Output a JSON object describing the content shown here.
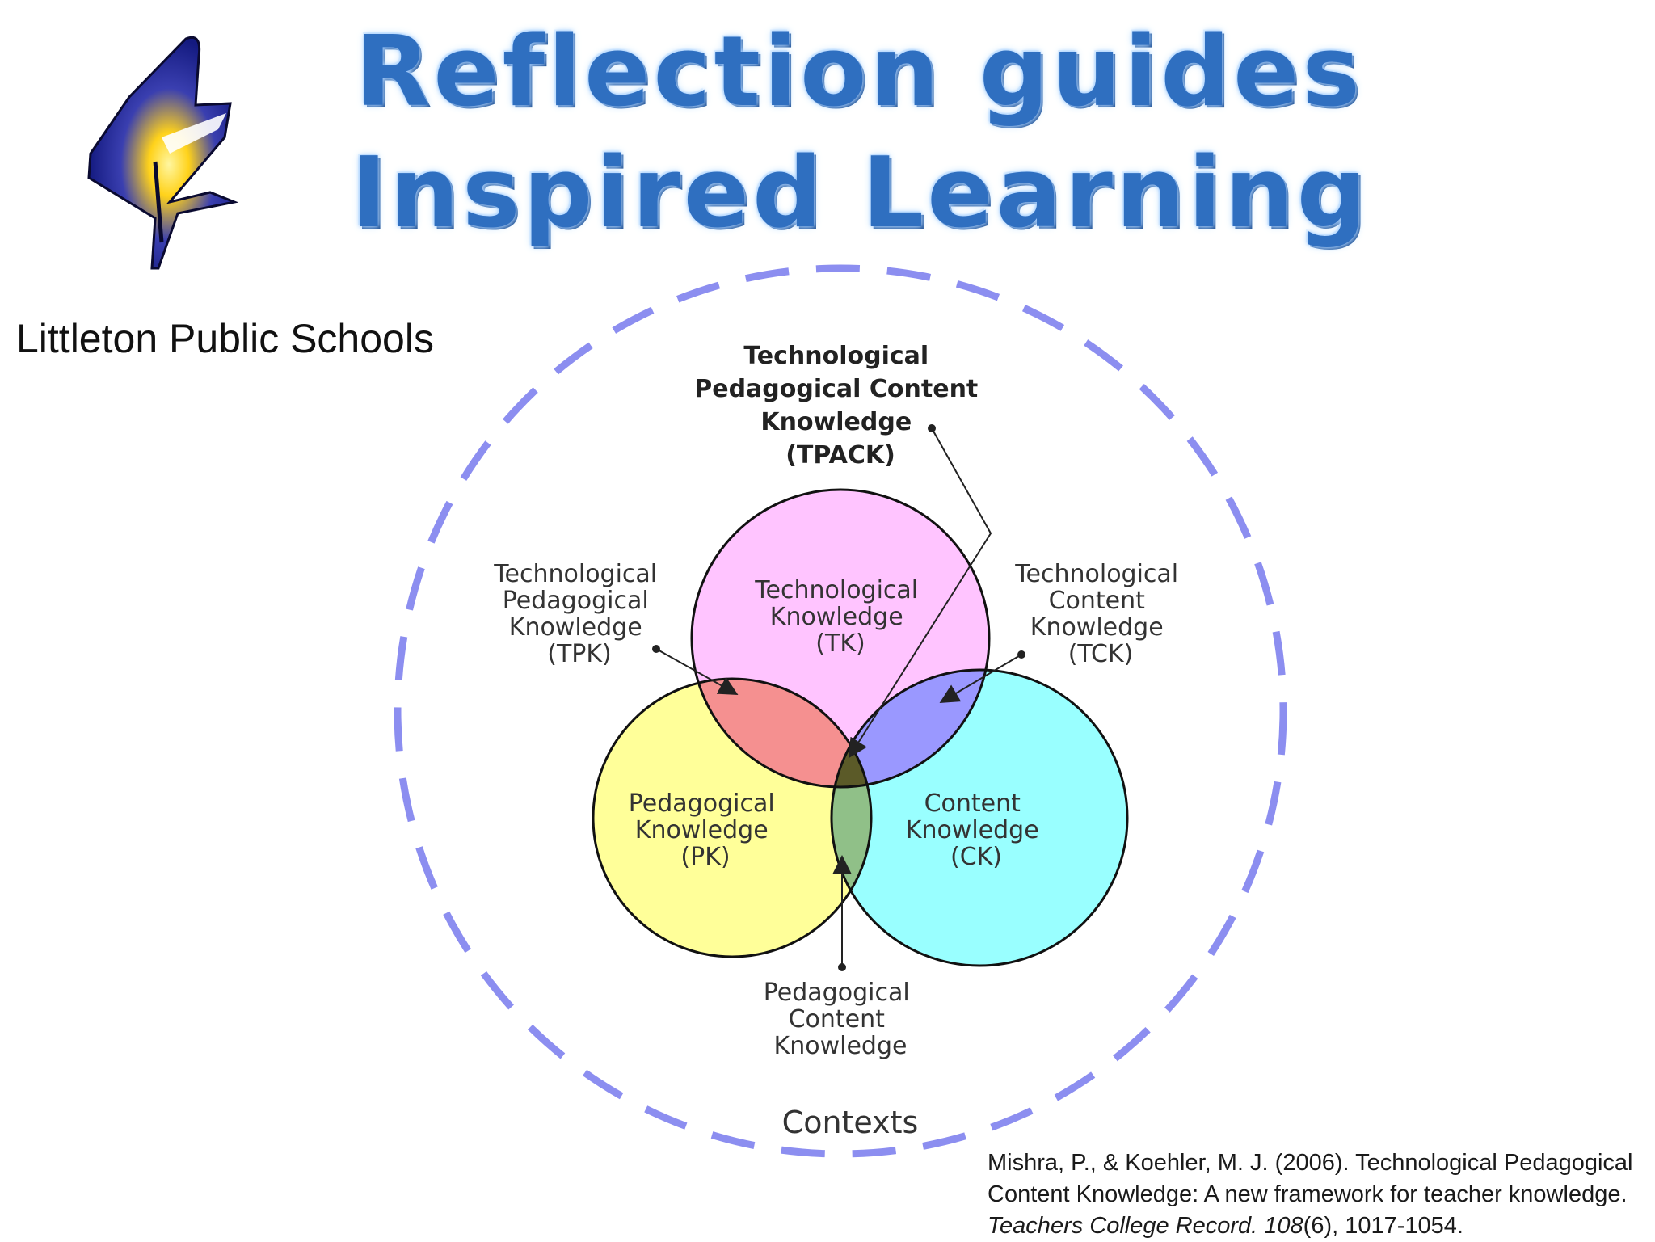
{
  "title": {
    "line1": "Reflection guides",
    "line2": "Inspired Learning"
  },
  "organization": "Littleton Public Schools",
  "colors": {
    "title_blue": "#2f6fc0",
    "contexts_dash": "#8c8ef0",
    "tk_fill": "#ffc4ff",
    "pk_fill": "#ffff99",
    "ck_fill": "#99ffff",
    "tpk_fill": "#f59090",
    "tck_fill": "#9a98ff",
    "pck_fill": "#90c088",
    "tpack_fill": "#5b5a28"
  },
  "diagram": {
    "tpack": [
      "Technological",
      "Pedagogical Content",
      "Knowledge",
      "(TPACK)"
    ],
    "tpk": [
      "Technological",
      "Pedagogical",
      "Knowledge",
      "(TPK)"
    ],
    "tck": [
      "Technological",
      "Content",
      "Knowledge",
      "(TCK)"
    ],
    "tk": [
      "Technological",
      "Knowledge",
      "(TK)"
    ],
    "pk": [
      "Pedagogical",
      "Knowledge",
      "(PK)"
    ],
    "ck": [
      "Content",
      "Knowledge",
      "(CK)"
    ],
    "pck": [
      "Pedagogical",
      "Content",
      "Knowledge"
    ],
    "contexts": "Contexts"
  },
  "citation": {
    "authors": "Mishra, P., & Koehler, M. J. (2006). Technological Pedagogical Content Knowledge: A new framework for teacher knowledge. ",
    "journal": "Teachers College Record. 108",
    "issue_pages": "(6), 1017-1054."
  }
}
